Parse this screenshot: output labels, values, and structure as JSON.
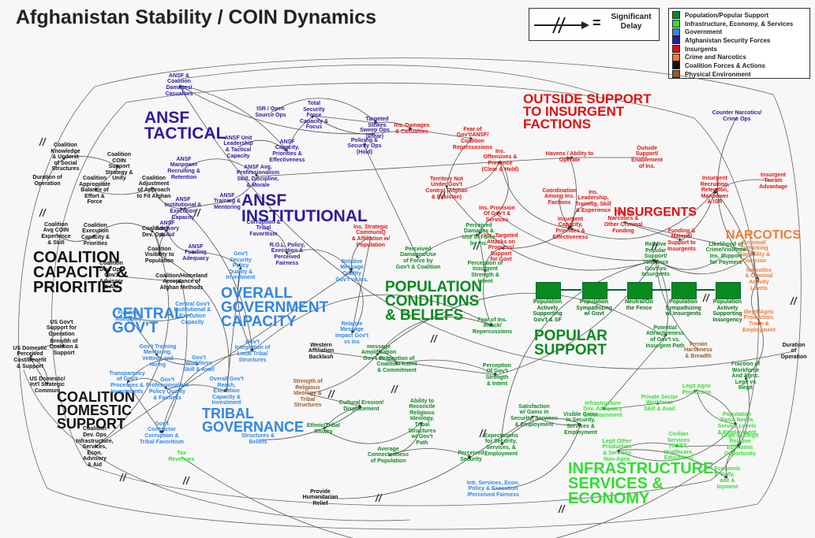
{
  "title": "Afghanistan Stability / COIN Dynamics",
  "delay_key": {
    "symbol": "=",
    "label": "Significant Delay"
  },
  "legend": [
    {
      "label": "Population/Popular Support",
      "color": "#0a8a1e"
    },
    {
      "label": "Infrastructure, Economy, & Services",
      "color": "#33dd33"
    },
    {
      "label": "Government",
      "color": "#2f86e8"
    },
    {
      "label": "Afghanistan Security Forces",
      "color": "#2a1c9e"
    },
    {
      "label": "Insurgents",
      "color": "#e01010"
    },
    {
      "label": "Crime and Narcotics",
      "color": "#f07a36"
    },
    {
      "label": "Coalition Forces & Actions",
      "color": "#111111"
    },
    {
      "label": "Physical Environment",
      "color": "#9b5a2a"
    }
  ],
  "colors": {
    "population": "#0a8a1e",
    "infrastructure": "#33dd33",
    "government": "#2f86e8",
    "ansf": "#2a1c9e",
    "insurgents": "#e01010",
    "narcotics": "#f07a36",
    "coalition": "#111111",
    "environment": "#9b5a2a"
  },
  "sectors": {
    "ansf_tactical": [
      "ANSF",
      "TACTICAL"
    ],
    "ansf_institutional": [
      "ANSF",
      "INSTITUTIONAL"
    ],
    "outside_support": [
      "OUTSIDE SUPPORT",
      "TO INSURGENT",
      "FACTIONS"
    ],
    "insurgents": [
      "INSURGENTS"
    ],
    "narcotics": [
      "NARCOTICS"
    ],
    "coalition_capacity": [
      "COALITION",
      "CAPACITY &",
      "PRIORITIES"
    ],
    "overall_gov": [
      "OVERALL",
      "GOVERNMENT",
      "CAPACITY"
    ],
    "central_gov": [
      "CENTRAL",
      "GOV'T"
    ],
    "population_conditions": [
      "POPULATION",
      "CONDITIONS",
      "& BELIEFS"
    ],
    "popular_support": [
      "POPULAR",
      "SUPPORT"
    ],
    "coalition_domestic": [
      "COALITION",
      "DOMESTIC",
      "SUPPORT"
    ],
    "tribal_governance": [
      "TRIBAL",
      "GOVERNANCE"
    ],
    "infrastructure": [
      "INFRASTRUCTURE,",
      "SERVICES &",
      "ECONOMY"
    ]
  },
  "nodes": [
    {
      "text": "ANSF &\nCoalition\nDamages/\nCasualties",
      "group": "ansf"
    },
    {
      "text": "ISR / Open\nSource Ops",
      "group": "ansf"
    },
    {
      "text": "Total\nSecurity\nForce\nCapacity &\nFocus",
      "group": "ansf"
    },
    {
      "text": "Targeted\nStrikes",
      "group": "ansf"
    },
    {
      "text": "Sweep Ops\n(Clear)",
      "group": "ansf"
    },
    {
      "text": "Policing &\nSecurity Ops\n(Hold)",
      "group": "ansf"
    },
    {
      "text": "ANSF Unit\nLeadership\n& Tactical\nCapacity",
      "group": "ansf"
    },
    {
      "text": "ANSF\nCapacity,\nPriorities &\nEffectiveness",
      "group": "ansf"
    },
    {
      "text": "ANSF\nManpower\nRecruiting &\nRetention",
      "group": "ansf"
    },
    {
      "text": "ANSF Avg.\nProfessionalism\nSkill, Discipline,\n& Morale",
      "group": "ansf"
    },
    {
      "text": "ANSF\nTraining &\nMentoring",
      "group": "ansf"
    },
    {
      "text": "ANSF\nInstitutional &\nExecution\nCapacity",
      "group": "ansf"
    },
    {
      "text": "ANSF\nAdvisory\n& Aid",
      "group": "ansf"
    },
    {
      "text": "ANSF\nFunding\nAdequacy",
      "group": "ansf"
    },
    {
      "text": "Corruption &\nTribal\nFavoritism",
      "group": "ansf"
    },
    {
      "text": "R.O.L. Policy,\nExecution &\nPerceived\nFairness",
      "group": "ansf"
    },
    {
      "text": "Ins. Damages\n& Casualties",
      "group": "insurgents"
    },
    {
      "text": "Fear of\nGov't/ANSF/\nCoalition\nRepercussions",
      "group": "insurgents"
    },
    {
      "text": "Territory Not\nUnder Gov't\nControl (Afghan\n& Pakistan)",
      "group": "insurgents"
    },
    {
      "text": "Ins.\nOffensives &\nPresence\n(Clear & Hold)",
      "group": "insurgents"
    },
    {
      "text": "Havens / Ability to\nOperate",
      "group": "insurgents"
    },
    {
      "text": "Outside\nSupport/\nEnablement\nof Ins.",
      "group": "insurgents"
    },
    {
      "text": "Coordination\nAmong Ins.\nFactions",
      "group": "insurgents"
    },
    {
      "text": "Ins.\nLeadership,\nTraining, Skill\n& Experience",
      "group": "insurgents"
    },
    {
      "text": "Insurgent\nRecruiting,\nRetention,\nManpower\n& ISR",
      "group": "insurgents"
    },
    {
      "text": "Insurgent\nTerrain\nAdvantage",
      "group": "insurgents"
    },
    {
      "text": "Ins. Provision\nOf Gov't &\nServices",
      "group": "insurgents"
    },
    {
      "text": "Insurgent\nCapacity,\nPriorities &\nEffectiveness",
      "group": "insurgents"
    },
    {
      "text": "Ties to\nNarcotics &\nOther Criminal\nFunding",
      "group": "insurgents"
    },
    {
      "text": "Funding &\nMaterial\nSupport to\nInsurgents",
      "group": "insurgents"
    },
    {
      "text": "Ins. Strategic\nCommuniQ\n& Affiliation w/\nPopulation",
      "group": "insurgents"
    },
    {
      "text": "Ins. Targeted\nAttacks on\nProgress/\nSupport\nfor Govt",
      "group": "insurgents"
    },
    {
      "text": "Counter Narcotics/\nCrime Ops",
      "group": "ansf"
    },
    {
      "text": "Criminal/\nTrafficking\nCapability &\nCoercion",
      "group": "narcotics"
    },
    {
      "text": "Likelihood of\nCrime/Violence\nIns. Support\nfor Payment",
      "group": "population"
    },
    {
      "text": "Narcotics\n& Criminal\nActivity\nLevels",
      "group": "narcotics"
    },
    {
      "text": "Illegit/Agric\nProduction,\nTrade &\nEmployment",
      "group": "narcotics"
    },
    {
      "text": "Duration\nof\nOperation",
      "group": "coalition"
    },
    {
      "text": "Coalition\nKnowledge\n& Underst\nof Social\nStructures",
      "group": "coalition"
    },
    {
      "text": "Coalition\nCOIN\nSupport\nStrategy &\nUnity",
      "group": "coalition"
    },
    {
      "text": "Duration of\nOperation",
      "group": "coalition"
    },
    {
      "text": "Coalition\nAppropriate\nBalance of\nEffort &\nForce",
      "group": "coalition"
    },
    {
      "text": "Coalition\nAdjustment\nof Approach\nto Fit Afghan",
      "group": "coalition"
    },
    {
      "text": "Coalition\nAvg COIN\nExperience\n& Skill",
      "group": "coalition"
    },
    {
      "text": "Coalition\nExecution\nCapacity &\nPriorities",
      "group": "coalition"
    },
    {
      "text": "Coalition\nDev. Ops",
      "group": "coalition"
    },
    {
      "text": "Coalition\nVisibility to\nPopulation",
      "group": "coalition"
    },
    {
      "text": "Coalition\nDev. Ops\nGov't\nAdvisory\n& Aid",
      "group": "coalition"
    },
    {
      "text": "Coalition/Homeland\nAcceptance of\nAfghan Methods",
      "group": "coalition"
    },
    {
      "text": "US Gov't\nSupport for\nOperation",
      "group": "coalition"
    },
    {
      "text": "Breadth of\nCoalition &\nSupport",
      "group": "coalition"
    },
    {
      "text": "US Domestic\nPerceived\nCost/Benefit\n& Support",
      "group": "coalition"
    },
    {
      "text": "US Domestic/\nInt'l Strategic\nCommuni",
      "group": "coalition"
    },
    {
      "text": "Western\nAffiliation\nBacklash",
      "group": "coalition"
    },
    {
      "text": "Coalition\nDev. Ops\nInfrastructure,\nServices,\nEcon.\nAdvisory\n& Aid",
      "group": "coalition"
    },
    {
      "text": "Provide\nHumanitarian\nRelief",
      "group": "coalition"
    },
    {
      "text": "Central Gov't\nInstitutional &\nExecution\nCapacity",
      "group": "government"
    },
    {
      "text": "Funding\nAdequacy",
      "group": "government"
    },
    {
      "text": "Gov't Training\nMentoring,\nVetting, and\nHiring",
      "group": "government"
    },
    {
      "text": "Gov't\nWorkforce\nSkill & Avail",
      "group": "government"
    },
    {
      "text": "Transparency\nof Gov't\nProcesses &\nInvestments",
      "group": "government"
    },
    {
      "text": "Gov't\nProfessionalism\nPolicy Quality\n& Fairness",
      "group": "government"
    },
    {
      "text": "Overall Gov't\nReach,\nExecution\nCapacity &\nInvestment",
      "group": "government"
    },
    {
      "text": "Gov't\nSecurity\nPolicy\nQuality &\nInvestment",
      "group": "government"
    },
    {
      "text": "Gov't\nIntegration of\nLocal Tribal\nStructures",
      "group": "government"
    },
    {
      "text": "Gov't\nContractor\nCorruption &\nTribal Favoritism",
      "group": "government"
    },
    {
      "text": "Relative\nMessage\nQuality\nGov't vs Ins.",
      "group": "government"
    },
    {
      "text": "Relative\nMessage\nImpact Gov't\nvs Ins",
      "group": "government"
    },
    {
      "text": "Structures &\nBeliefs",
      "group": "government"
    },
    {
      "text": "Tax\nRevenues",
      "group": "infrastructure"
    },
    {
      "text": "Perceived\nDamages/Use\nof Force by\nGov't & Coalition",
      "group": "population"
    },
    {
      "text": "Perceived\nDamages &\nUse of Force\nby Ins.",
      "group": "population"
    },
    {
      "text": "Perception of\nInsurgent\nStrength &\nIntent",
      "group": "population"
    },
    {
      "text": "Fear of Ins.\nAttack/\nRepercussions",
      "group": "population"
    },
    {
      "text": "message\nAmplification\nGov't vs Ins",
      "group": "population"
    },
    {
      "text": "Perception of\nCoalition Intent\n& Commitment",
      "group": "population"
    },
    {
      "text": "Perception\nOf Gov't\nStrength\n& Intent",
      "group": "population"
    },
    {
      "text": "Strength of\nReligious\nIdeology &\nTribal\nStructures",
      "group": "environment"
    },
    {
      "text": "Cultural Erosion/\nDisplacement",
      "group": "population"
    },
    {
      "text": "Ethnic/Tribal\nRivalry",
      "group": "population"
    },
    {
      "text": "Ability to\nReconcile\nReligious\nIdeology,\nTribal\nStructures\nw/ Gov't\nPath",
      "group": "population"
    },
    {
      "text": "Average\nConnectedness\nof Population",
      "group": "population"
    },
    {
      "text": "Perceived\nSecurity",
      "group": "population"
    },
    {
      "text": "Satisfaction\nw/ Gains in\nSecurity, Services\n& Employment",
      "group": "population"
    },
    {
      "text": "Visible Gains\nIn Security,\nServices &\nEmployment",
      "group": "population"
    },
    {
      "text": "Expectations\nfor Security,\nServices, &\nEmployment",
      "group": "population"
    },
    {
      "text": "Relative\nPopular\nSupport/\nTolerance\nGov't vs\nInsurgents",
      "group": "population"
    },
    {
      "text": "Potential\nAttractiveness\nof Gov't vs.\nInsurgent Path",
      "group": "population"
    },
    {
      "text": "Terrain\nHarshness\n& Breadth",
      "group": "environment"
    },
    {
      "text": "Fraction of\nWorkforce\nAnd Agric.\nLegit vs\nIllegit",
      "group": "population"
    },
    {
      "text": "Infrastructure\nDev. Adequacy\n& Sustainment",
      "group": "infrastructure"
    },
    {
      "text": "Private Sector\nWorkforce\nSkill & Avail",
      "group": "infrastructure"
    },
    {
      "text": "Legit Agric\nProduction",
      "group": "infrastructure"
    },
    {
      "text": "Population\nBasic Needs\nService Levels\n& Employment",
      "group": "infrastructure"
    },
    {
      "text": "Legit Other\nProduction\n& Services\nNon-Agric",
      "group": "infrastructure"
    },
    {
      "text": "Civilian\nServices\n(SWET,\nHealthcare,\nEducation)",
      "group": "infrastructure"
    },
    {
      "text": "Legit vs.Illegit\nRelative\nEconomic\nOpportunity",
      "group": "infrastructure"
    },
    {
      "text": "Intr. Services, Econ.\nPolicy & Execution\n/Perceived Fairness",
      "group": "government"
    },
    {
      "text": "Economic\ntivity,\nade &\nloyment",
      "group": "infrastructure"
    }
  ],
  "stocks": [
    "Population\nActively\nSupporting\nGov't & SF",
    "Population\nSympathizing\nw/ Govt",
    "Neutral/On\nthe Fence",
    "Population\nSympathizing\nw/ Insurgents",
    "Population\nActively\nSupporting\nInsurgency"
  ]
}
